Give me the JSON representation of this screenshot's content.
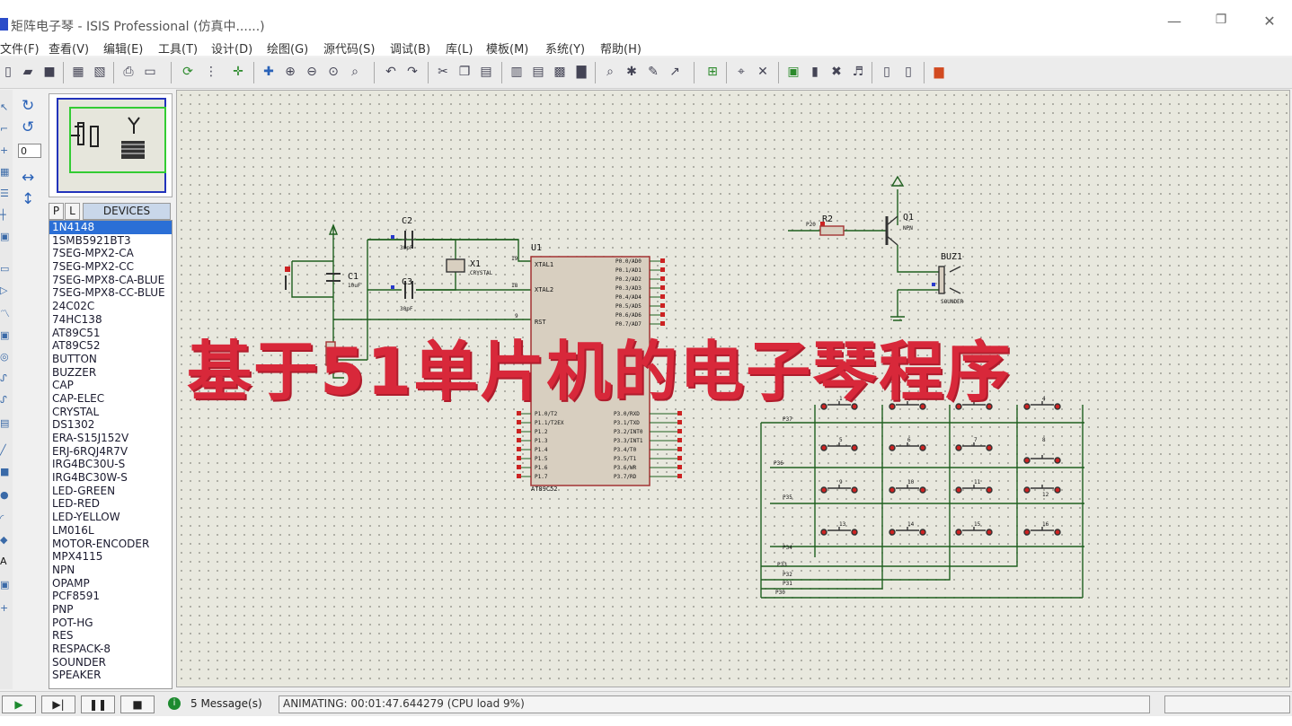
{
  "window": {
    "title": "矩阵电子琴 - ISIS Professional (仿真中......)",
    "minimize": "—",
    "restore": "❐",
    "close": "✕"
  },
  "menu": [
    "文件(F)",
    "查看(V)",
    "编辑(E)",
    "工具(T)",
    "设计(D)",
    "绘图(G)",
    "源代码(S)",
    "调试(B)",
    "库(L)",
    "模板(M)",
    "系统(Y)",
    "帮助(H)"
  ],
  "toolbar_icons": [
    "new-icon",
    "open-icon",
    "save-icon",
    "import-icon",
    "export-icon",
    "print-icon",
    "area-icon",
    "refresh-icon",
    "grid-icon",
    "origin-icon",
    "pan-icon",
    "zoom-in-icon",
    "zoom-out-icon",
    "zoom-all-icon",
    "zoom-area-icon",
    "undo-icon",
    "redo-icon",
    "cut-icon",
    "copy-icon",
    "paste-icon",
    "block-copy-icon",
    "block-move-icon",
    "block-rotate-icon",
    "block-delete-icon",
    "pick-icon",
    "make-device-icon",
    "packaging-icon",
    "decompose-icon",
    "wire-autorouter-icon",
    "search-icon",
    "property-tool-icon",
    "netlist-icon",
    "bom-icon",
    "erc-icon",
    "ares-icon",
    "report-icon",
    "design-explorer-icon",
    "color-icon"
  ],
  "rotation": {
    "rotate_cw": "↻",
    "rotate_ccw": "↺",
    "angle": "0",
    "mirror_h": "↔",
    "mirror_v": "↕"
  },
  "device_panel": {
    "p_label": "P",
    "l_label": "L",
    "header": "DEVICES",
    "selected_index": 0,
    "items": [
      "1N4148",
      "1SMB5921BT3",
      "7SEG-MPX2-CA",
      "7SEG-MPX2-CC",
      "7SEG-MPX8-CA-BLUE",
      "7SEG-MPX8-CC-BLUE",
      "24C02C",
      "74HC138",
      "AT89C51",
      "AT89C52",
      "BUTTON",
      "BUZZER",
      "CAP",
      "CAP-ELEC",
      "CRYSTAL",
      "DS1302",
      "ERA-S15J152V",
      "ERJ-6RQJ4R7V",
      "IRG4BC30U-S",
      "IRG4BC30W-S",
      "LED-GREEN",
      "LED-RED",
      "LED-YELLOW",
      "LM016L",
      "MOTOR-ENCODER",
      "MPX4115",
      "NPN",
      "OPAMP",
      "PCF8591",
      "PNP",
      "POT-HG",
      "RES",
      "RESPACK-8",
      "SOUNDER",
      "SPEAKER"
    ]
  },
  "schematic": {
    "labels": {
      "c2": "C2",
      "c2_val": "30pF",
      "c3": "C3",
      "c3_val": "30pF",
      "c1": "C1",
      "c1_val": "10uF",
      "x1": "X1",
      "x1_val": "CRYSTAL",
      "u1": "U1",
      "u1_part": "AT89C52",
      "xtal1": "XTAL1",
      "xtal2": "XTAL2",
      "rst": "RST",
      "pin19": "19",
      "pin18": "18",
      "pin9": "9",
      "r2": "R2",
      "q1": "Q1",
      "q1_type": "NPN",
      "buz1": "BUZ1",
      "buz1_val": "SOUNDER",
      "p20": "P20",
      "p34": "P34",
      "p35": "P35",
      "p36": "P36",
      "p37": "P37",
      "p33": "P33",
      "p32": "P32",
      "p31": "P31",
      "p30": "P30"
    },
    "port0": [
      "P0.0/AD0",
      "P0.1/AD1",
      "P0.2/AD2",
      "P0.3/AD3",
      "P0.4/AD4",
      "P0.5/AD5",
      "P0.6/AD6",
      "P0.7/AD7"
    ],
    "port1": [
      "P1.0/T2",
      "P1.1/T2EX",
      "P1.2",
      "P1.3",
      "P1.4",
      "P1.5",
      "P1.6",
      "P1.7"
    ],
    "port3": [
      "P3.0/RXD",
      "P3.1/TXD",
      "P3.2/INT0",
      "P3.3/INT1",
      "P3.4/T0",
      "P3.5/T1",
      "P3.6/WR",
      "P3.7/RD"
    ],
    "keys": [
      "1",
      "2",
      "3",
      "4",
      "5",
      "6",
      "7",
      "8",
      "9",
      "10",
      "11",
      "12",
      "13",
      "14",
      "15",
      "16"
    ]
  },
  "overlay_text": "基于51单片机的电子琴程序",
  "status": {
    "play": "▶",
    "step": "▶|",
    "pause": "❚❚",
    "stop": "■",
    "message_icon": "i",
    "messages": "5 Message(s)",
    "animating": "ANIMATING: 00:01:47.644279 (CPU load 9%)"
  },
  "colors": {
    "wire": "#1f5f1f",
    "chip_fill": "#d8cfc0",
    "chip_border": "#a33333",
    "overlay": "#d8283a",
    "selected_device": "#2b6fd6"
  }
}
